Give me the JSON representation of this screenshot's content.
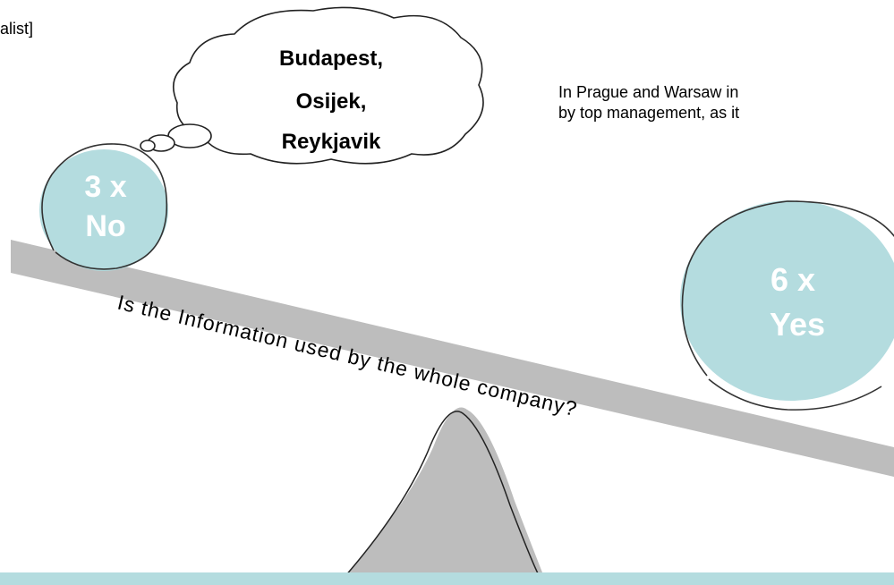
{
  "top_left_text": "alist]",
  "right_text": {
    "line1": "In Prague and Warsaw in",
    "line2": "by top management, as it"
  },
  "thought_bubble": {
    "line1": "Budapest,",
    "line2": "Osijek,",
    "line3": "Reykjavik"
  },
  "no_ball": {
    "line1": "3 x",
    "line2": "No"
  },
  "yes_ball": {
    "line1": "6 x",
    "line2": "Yes"
  },
  "beam_label": "Is the Information used by the whole company?",
  "colors": {
    "ball_fill": "#b4dcdf",
    "ball_text": "#ffffff",
    "beam_fill": "#bdbdbd",
    "fulcrum_fill": "#bdbdbd"
  }
}
